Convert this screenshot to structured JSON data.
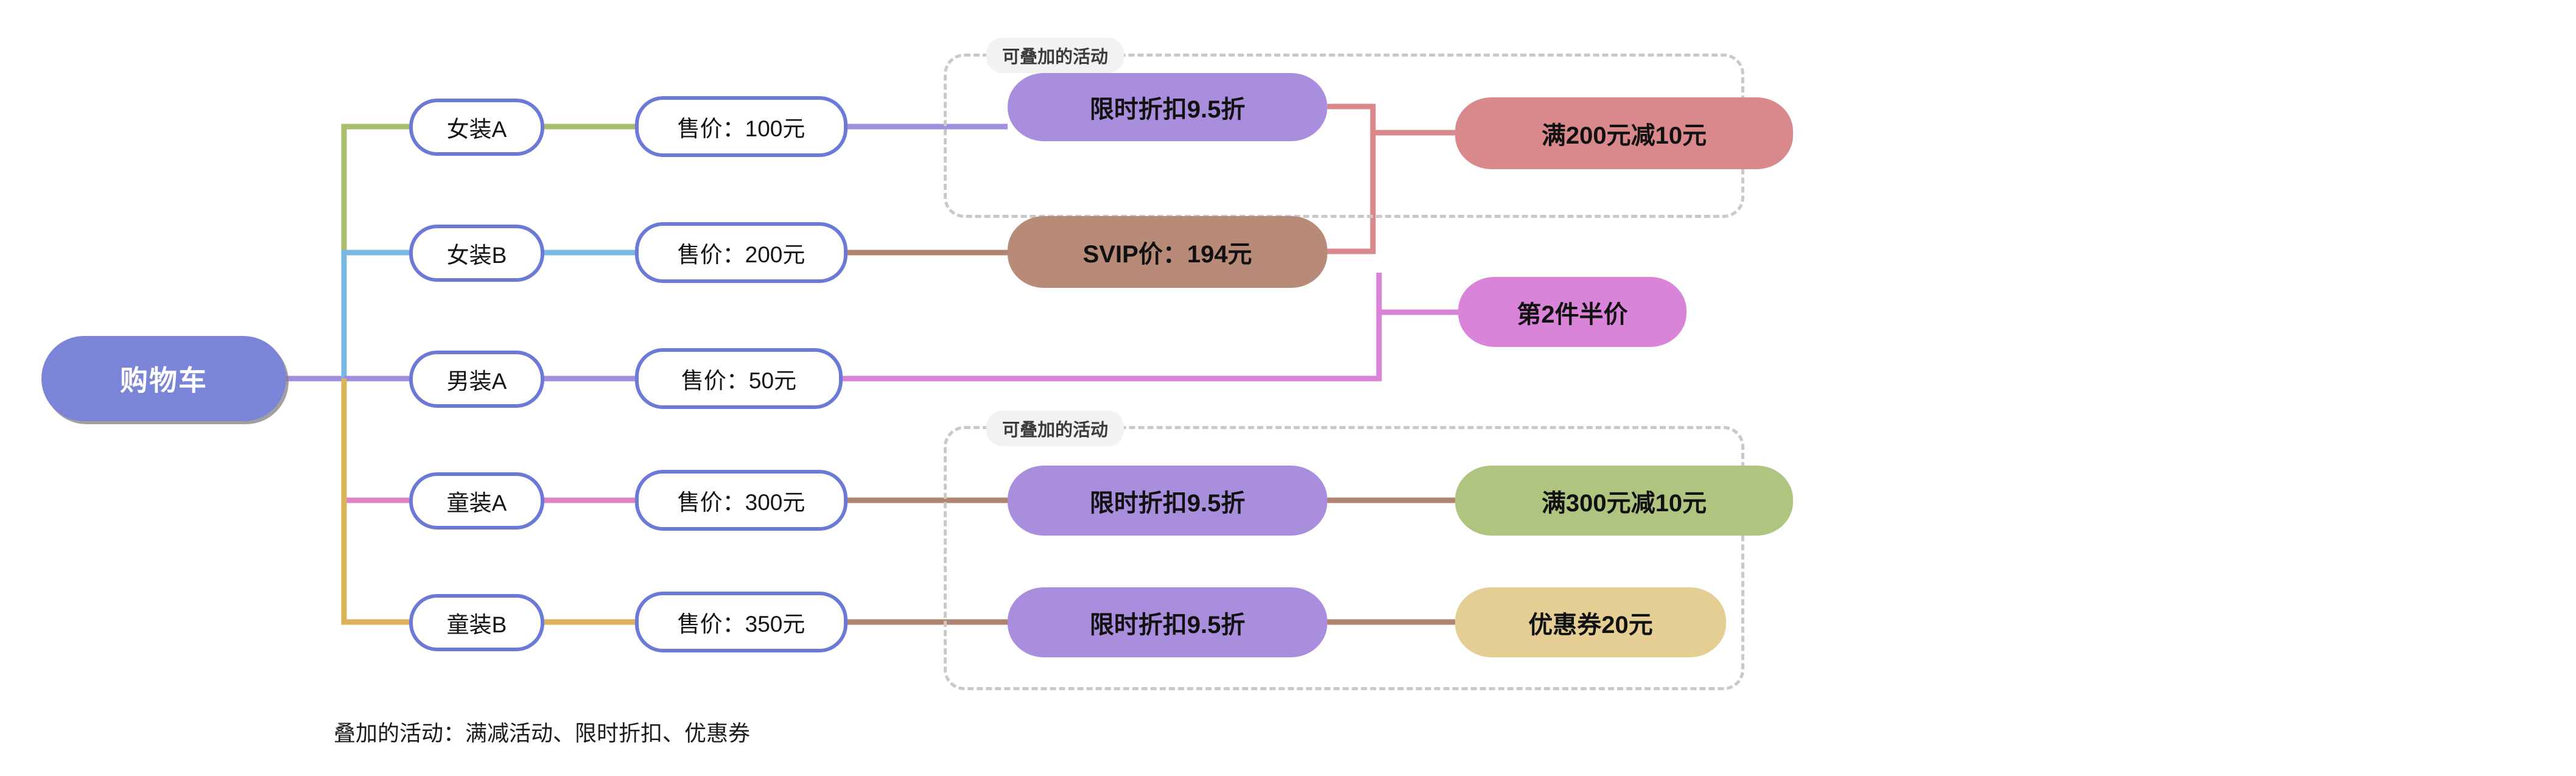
{
  "diagram": {
    "type": "mindmap",
    "root": {
      "label": "购物车"
    },
    "products": [
      {
        "name": "女装A",
        "price_label": "售价：100元",
        "price": 100,
        "branch_color": "#a8be6e"
      },
      {
        "name": "女装B",
        "price_label": "售价：200元",
        "price": 200,
        "branch_color": "#79b7e0"
      },
      {
        "name": "男装A",
        "price_label": "售价：50元",
        "price": 50,
        "branch_color": "#a18ee0"
      },
      {
        "name": "童装A",
        "price_label": "售价：300元",
        "price": 300,
        "branch_color": "#e083c4"
      },
      {
        "name": "童装B",
        "price_label": "售价：350元",
        "price": 350,
        "branch_color": "#ddb359"
      }
    ],
    "groups": [
      {
        "label": "可叠加的活动"
      },
      {
        "label": "可叠加的活动"
      }
    ],
    "activities": [
      {
        "label": "限时折扣9.5折",
        "color": "#a98ede",
        "applies_to": "女装A"
      },
      {
        "label": "满200元减10元",
        "color": "#d9898b",
        "applies_to": "女装A, 女装B"
      },
      {
        "label": "SVIP价：194元",
        "color": "#b88b78",
        "applies_to": "女装B"
      },
      {
        "label": "第2件半价",
        "color": "#d983d9",
        "applies_to": "男装A"
      },
      {
        "label": "限时折扣9.5折",
        "color": "#a98ede",
        "applies_to": "童装A"
      },
      {
        "label": "满300元减10元",
        "color": "#aec47f",
        "applies_to": "童装A"
      },
      {
        "label": "限时折扣9.5折",
        "color": "#a98ede",
        "applies_to": "童装B"
      },
      {
        "label": "优惠券20元",
        "color": "#e5ce93",
        "applies_to": "童装B"
      }
    ],
    "caption": "叠加的活动：满减活动、限时折扣、优惠券",
    "colors": {
      "root_fill": "#7b85d8",
      "capsule_border": "#6b7ad6",
      "group_border": "#c9c9c9",
      "group_label_bg": "#f2f2f2",
      "connector_salmon": "#d9898b",
      "connector_orchid": "#d983d9",
      "connector_brown": "#b08470"
    }
  }
}
